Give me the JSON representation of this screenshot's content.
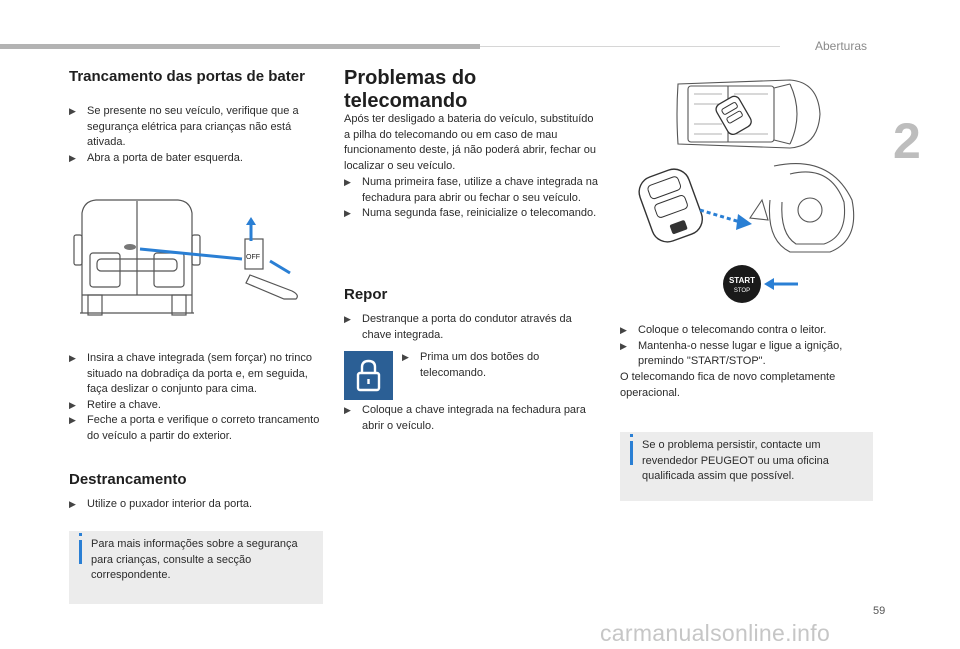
{
  "header": {
    "section": "Aberturas",
    "chapter": "2",
    "page": "59"
  },
  "watermark": "carmanualsonline.info",
  "col1": {
    "title": "Trancamento das portas de bater",
    "bullets_a": [
      "Se presente no seu veículo, verifique que a segurança elétrica para crianças não está ativada.",
      "Abra a porta de bater esquerda."
    ],
    "figure_label": "OFF",
    "bullets_b": [
      "Insira a chave integrada (sem forçar) no trinco situado na dobradiça da porta e, em seguida, faça deslizar o conjunto para cima.",
      "Retire a chave.",
      "Feche a porta e verifique o correto trancamento do veículo a partir do exterior."
    ],
    "unlock_title": "Destrancamento",
    "unlock_bullet": "Utilize o puxador interior da porta.",
    "info": "Para mais informações sobre a segurança para crianças, consulte a secção correspondente."
  },
  "col2": {
    "title": "Problemas do telecomando",
    "intro": "Após ter desligado a bateria do veículo, substituído a pilha do telecomando ou em caso de mau funcionamento deste, já não poderá abrir, fechar ou localizar o seu veículo.",
    "bullets": [
      "Numa primeira fase, utilize a chave integrada na fechadura para abrir ou fechar o seu veículo.",
      "Numa segunda fase, reinicialize o telecomando."
    ],
    "repor_title": "Repor",
    "repor_bullet1": "Destranque a porta do condutor através da chave integrada.",
    "repor_bullet2": "Prima um dos botões do telecomando.",
    "repor_bullet3": "Coloque a chave integrada na fechadura para abrir o veículo."
  },
  "col3": {
    "start_label": "START",
    "stop_label": "STOP",
    "bullets": [
      "Coloque o telecomando contra o leitor.",
      "Mantenha-o nesse lugar e ligue a ignição, premindo \"START/STOP\"."
    ],
    "after": "O telecomando fica de novo completamente operacional.",
    "info": "Se o problema persistir, contacte um revendedor PEUGEOT ou uma oficina qualificada assim que possível."
  },
  "colors": {
    "accent": "#2a7fd4",
    "lock_bg": "#2b5f95",
    "info_bg": "#ececec"
  }
}
